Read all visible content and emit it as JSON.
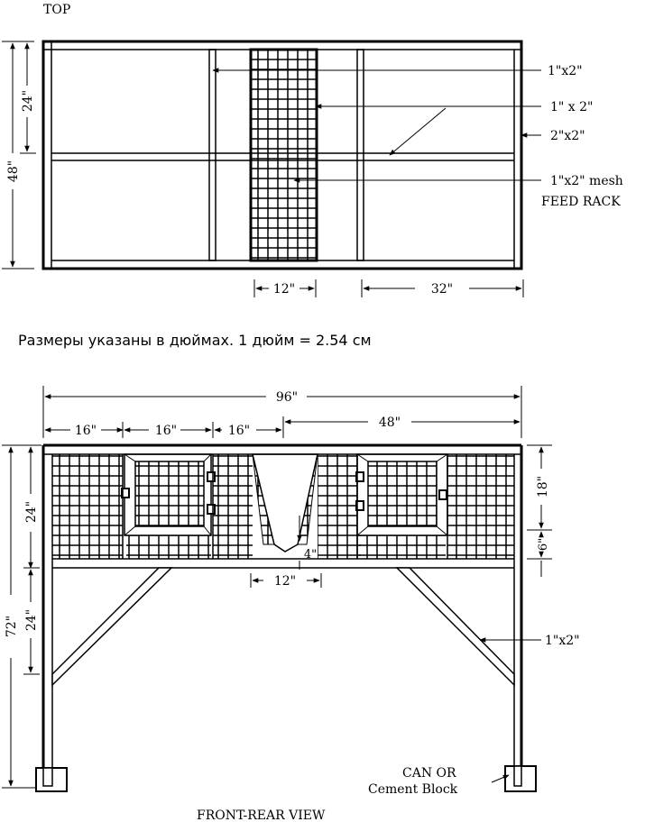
{
  "top_view": {
    "title": "TOP",
    "labels": {
      "l1x2_a": "1\"x2\"",
      "l1x2_b": "1\" x 2\"",
      "l2x2": "2\"x2\"",
      "mesh": "1\"x2\" mesh",
      "feed_rack": "FEED RACK"
    },
    "dims": {
      "d24": "24\"",
      "d48": "48\"",
      "d12": "12\"",
      "d32": "32\""
    }
  },
  "note": "Размеры указаны в дюймах. 1 дюйм = 2.54 см",
  "front_view": {
    "title": "FRONT-REAR VIEW",
    "dims": {
      "d96": "96\"",
      "d16a": "16\"",
      "d16b": "16\"",
      "d16c": "16\"",
      "d48": "48\"",
      "d72": "72\"",
      "d24a": "24\"",
      "d24b": "24\"",
      "d18": "18\"",
      "d6": "6\"",
      "d4": "4\"",
      "d12": "12\""
    },
    "labels": {
      "l1x2": "1\"x2\"",
      "can_or": "CAN OR",
      "cement": "Cement Block"
    }
  }
}
